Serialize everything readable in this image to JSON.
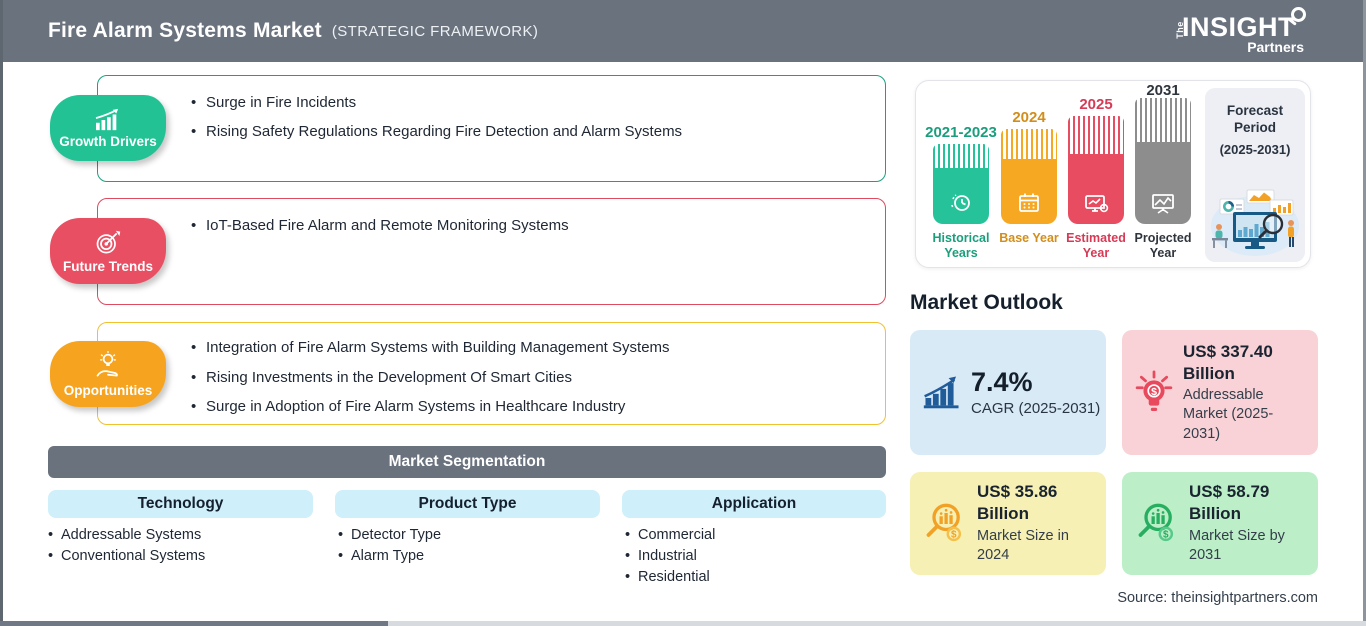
{
  "header": {
    "title": "Fire Alarm Systems Market",
    "subtitle": "(STRATEGIC FRAMEWORK)",
    "logo": {
      "the": "The",
      "insight": "INSIGHT",
      "partners": "Partners"
    }
  },
  "framework": {
    "sections": [
      {
        "label": "Growth Drivers",
        "badge_color": "#23C295",
        "border_color": "#1E9E82",
        "items": [
          "Surge in Fire Incidents",
          "Rising Safety Regulations Regarding Fire Detection and Alarm Systems"
        ]
      },
      {
        "label": "Future Trends",
        "badge_color": "#E94F62",
        "border_color": "#E04A5F",
        "items": [
          "IoT-Based Fire Alarm and Remote Monitoring Systems"
        ]
      },
      {
        "label": "Opportunities",
        "badge_color": "#F6A41F",
        "border_color": "#F2C12E",
        "items": [
          "Integration of Fire Alarm Systems with Building Management Systems",
          "Rising Investments in the Development Of Smart Cities",
          "Surge in Adoption of Fire Alarm Systems in Healthcare Industry"
        ]
      }
    ]
  },
  "segmentation": {
    "title": "Market Segmentation",
    "columns": [
      {
        "title": "Technology",
        "items": [
          "Addressable Systems",
          "Conventional Systems"
        ]
      },
      {
        "title": "Product Type",
        "items": [
          "Detector Type",
          "Alarm Type"
        ]
      },
      {
        "title": "Application",
        "items": [
          "Commercial",
          "Industrial",
          "Residential"
        ]
      }
    ]
  },
  "timeline": {
    "bars": [
      {
        "year": "2021-2023",
        "caption": "Historical Years",
        "color": "#26C39A"
      },
      {
        "year": "2024",
        "caption": "Base Year",
        "color": "#F7A823"
      },
      {
        "year": "2025",
        "caption": "Estimated Year",
        "color": "#E84C60"
      },
      {
        "year": "2031",
        "caption": "Projected Year",
        "color": "#8D8D8D"
      }
    ],
    "forecast": {
      "title": "Forecast Period",
      "range": "(2025-2031)"
    }
  },
  "outlook": {
    "title": "Market Outlook",
    "cards": [
      {
        "value": "7.4%",
        "label": "CAGR (2025-2031)",
        "bg": "#D8EAF6"
      },
      {
        "value": "US$ 337.40 Billion",
        "label": "Addressable Market (2025-2031)",
        "bg": "#F8D2D6"
      },
      {
        "value": "US$ 35.86 Billion",
        "label": "Market Size in 2024",
        "bg": "#F6F0B4"
      },
      {
        "value": "US$ 58.79 Billion",
        "label": "Market Size by 2031",
        "bg": "#BCEFC8"
      }
    ]
  },
  "source": "Source: theinsightpartners.com"
}
